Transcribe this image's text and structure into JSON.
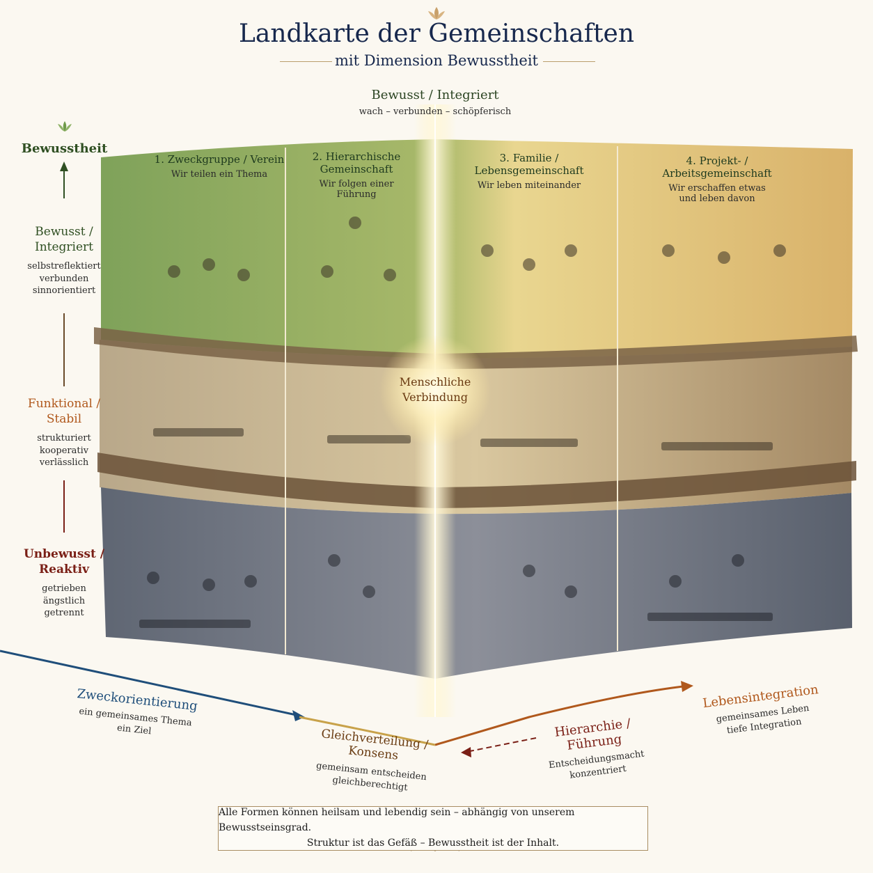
{
  "title": "Landkarte der Gemeinschaften",
  "subtitle": "mit Dimension Bewusstheit",
  "top_label": {
    "title": "Bewusst / Integriert",
    "sub": "wach – verbunden – schöpferisch"
  },
  "vertical_axis": {
    "label": "Bewusstheit"
  },
  "levels": [
    {
      "title": "Bewusst / Integriert",
      "lines": [
        "selbstreflektiert",
        "verbunden",
        "sinnorientiert"
      ],
      "color": "#2f4f22"
    },
    {
      "title": "Funktional / Stabil",
      "lines": [
        "strukturiert",
        "kooperativ",
        "verlässlich"
      ],
      "color": "#b0581c"
    },
    {
      "title": "Unbewusst / Reaktiv",
      "lines": [
        "getrieben",
        "ängstlich",
        "getrennt"
      ],
      "color": "#7a1f16"
    }
  ],
  "columns": [
    {
      "title": "1. Zweckgruppe / Verein",
      "sub": "Wir teilen ein Thema"
    },
    {
      "title": "2. Hierarchische Gemeinschaft",
      "sub": "Wir folgen einer Führung"
    },
    {
      "title": "3. Familie / Lebensgemeinschaft",
      "sub": "Wir leben miteinander"
    },
    {
      "title": "4. Projekt- / Arbeitsgemeinschaft",
      "sub": "Wir erschaffen etwas und leben davon"
    }
  ],
  "center_label": "Menschliche Verbindung",
  "axes": {
    "left": {
      "title": "Zweckorientierung",
      "lines": [
        "ein gemeinsames Thema",
        "ein Ziel"
      ],
      "color": "#1f4e7a"
    },
    "center": {
      "title": "Gleichverteilung / Konsens",
      "lines": [
        "gemeinsam entscheiden",
        "gleichberechtigt"
      ],
      "color": "#6a3c12"
    },
    "middle_right": {
      "title": "Hierarchie / Führung",
      "lines": [
        "Entscheidungsmacht",
        "konzentriert"
      ],
      "color": "#7a1f16"
    },
    "right": {
      "title": "Lebensintegration",
      "lines": [
        "gemeinsames Leben",
        "tiefe Integration"
      ],
      "color": "#b0581c"
    }
  },
  "note": {
    "line1": "Alle Formen können heilsam und lebendig sein – abhängig von unserem Bewusstseinsgrad.",
    "line2": "Struktur ist das Gefäß – Bewusstheit ist der Inhalt."
  }
}
